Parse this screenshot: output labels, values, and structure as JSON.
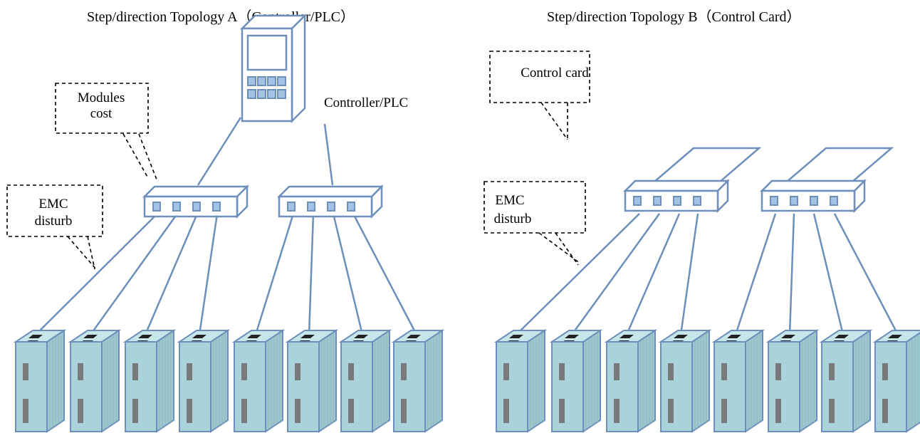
{
  "colors": {
    "line": "#6c8fbb",
    "driver_front": "#a9d2da",
    "driver_side": "#9cc8cf",
    "driver_top": "#c7e6ea",
    "driver_slot": "#7a7a7a",
    "connector": "#222222",
    "hub_port": "#a3c2e4",
    "callout_border": "#000000"
  },
  "topology_a": {
    "title": "Step/direction Topology A（Controller/PLC）",
    "controller_label": "Controller/PLC",
    "callout_modules_line1": "Modules",
    "callout_modules_line2": "cost",
    "callout_emc_line1": "EMC",
    "callout_emc_line2": "disturb",
    "controller_icon": "plc-controller-icon",
    "hub_icon": "distribution-hub-icon",
    "driver_icon": "stepper-driver-icon",
    "hub_count": 2,
    "driver_count": 8
  },
  "topology_b": {
    "title": "Step/direction Topology B（Control Card）",
    "callout_card": "Control card",
    "callout_emc_line1": "EMC",
    "callout_emc_line2": "disturb",
    "card_icon": "control-card-icon",
    "hub_icon": "distribution-hub-icon",
    "driver_icon": "stepper-driver-icon",
    "hub_count": 2,
    "driver_count": 8
  }
}
